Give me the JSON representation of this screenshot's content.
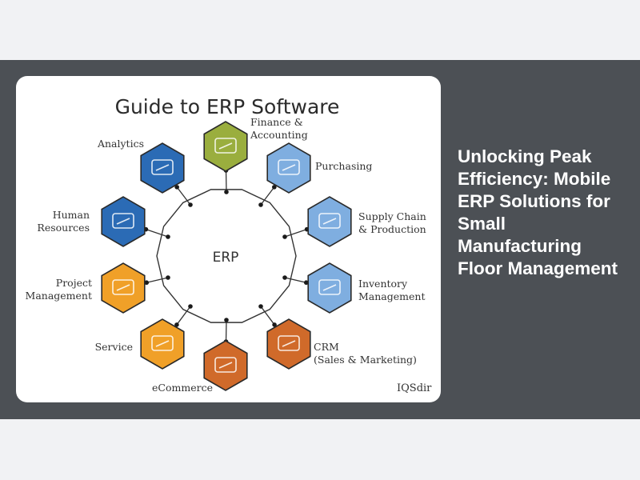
{
  "headline": "Unlocking Peak Efficiency: Mobile ERP Solutions for Small Manufacturing Floor Management",
  "diagram": {
    "title": "Guide to ERP Software",
    "center": "ERP",
    "watermark": "IQSdir",
    "modules": [
      {
        "id": "finance",
        "lines": [
          "Finance &",
          "Accounting"
        ],
        "color": "#9aae3e",
        "icon": "dollar-bag-icon"
      },
      {
        "id": "purchasing",
        "lines": [
          "Purchasing"
        ],
        "color": "#7faee0",
        "icon": "cart-icon"
      },
      {
        "id": "supply",
        "lines": [
          "Supply Chain",
          "& Production"
        ],
        "color": "#7faee0",
        "icon": "factory-icon"
      },
      {
        "id": "inventory",
        "lines": [
          "Inventory",
          "Management"
        ],
        "color": "#7faee0",
        "icon": "warehouse-icon"
      },
      {
        "id": "crm",
        "lines": [
          "CRM",
          "(Sales & Marketing)"
        ],
        "color": "#d06a2a",
        "icon": "handshake-icon"
      },
      {
        "id": "ecommerce",
        "lines": [
          "eCommerce"
        ],
        "color": "#d06a2a",
        "icon": "cart-screen-icon"
      },
      {
        "id": "service",
        "lines": [
          "Service"
        ],
        "color": "#f0a028",
        "icon": "gear-person-icon"
      },
      {
        "id": "project",
        "lines": [
          "Project",
          "Management"
        ],
        "color": "#f0a028",
        "icon": "document-icon"
      },
      {
        "id": "hr",
        "lines": [
          "Human",
          "Resources"
        ],
        "color": "#2b6bb5",
        "icon": "people-icon"
      },
      {
        "id": "analytics",
        "lines": [
          "Analytics"
        ],
        "color": "#2b6bb5",
        "icon": "chart-screen-icon"
      }
    ]
  }
}
